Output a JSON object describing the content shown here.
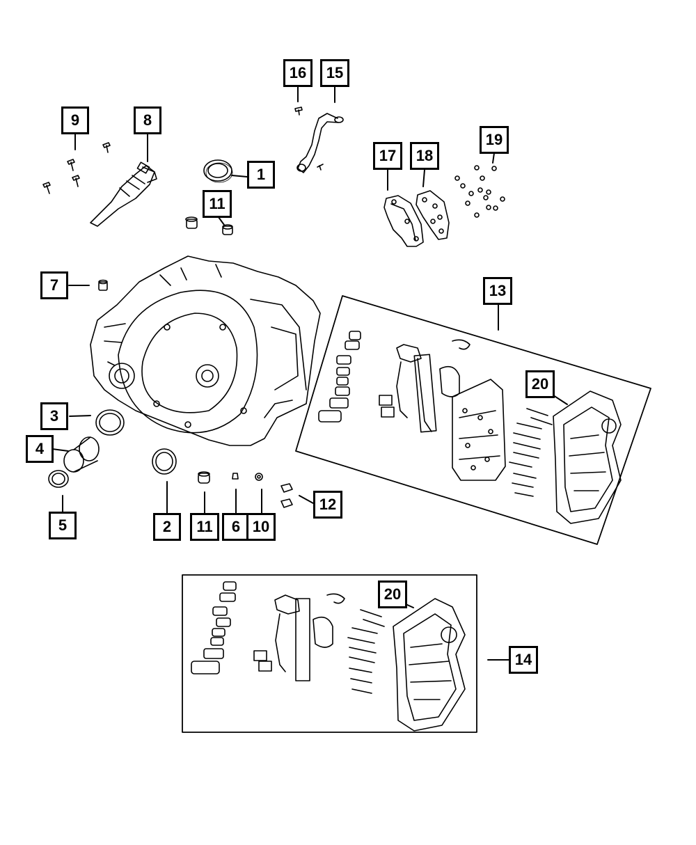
{
  "diagram": {
    "callouts": [
      {
        "label": "1"
      },
      {
        "label": "2"
      },
      {
        "label": "3"
      },
      {
        "label": "4"
      },
      {
        "label": "5"
      },
      {
        "label": "6"
      },
      {
        "label": "7"
      },
      {
        "label": "8"
      },
      {
        "label": "9"
      },
      {
        "label": "10"
      },
      {
        "label": "11"
      },
      {
        "label": "11"
      },
      {
        "label": "12"
      },
      {
        "label": "13"
      },
      {
        "label": "14"
      },
      {
        "label": "15"
      },
      {
        "label": "16"
      },
      {
        "label": "17"
      },
      {
        "label": "18"
      },
      {
        "label": "19"
      },
      {
        "label": "20"
      },
      {
        "label": "20"
      }
    ]
  }
}
